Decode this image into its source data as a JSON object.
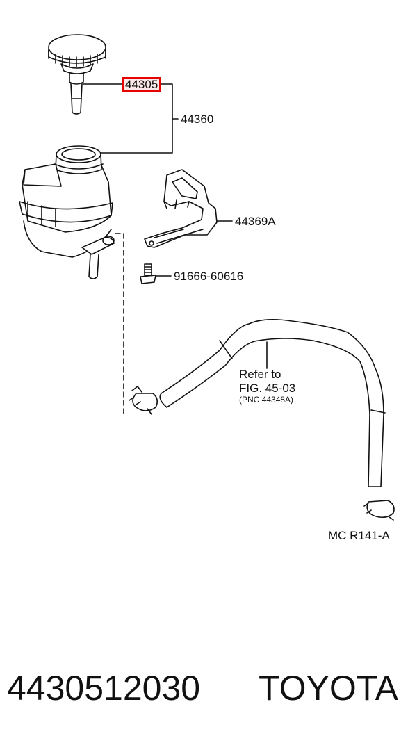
{
  "callouts": {
    "cap_part": "44305",
    "reservoir_assy": "44360",
    "bracket": "44369A",
    "bolt": "91666-60616"
  },
  "note": {
    "line1": "Refer to",
    "line2": "FIG. 45-03",
    "line3": "(PNC 44348A)"
  },
  "figure_code": "MC R141-A",
  "footer": {
    "part_number": "4430512030",
    "brand": "TOYOTA"
  },
  "colors": {
    "highlight_border": "#e60000",
    "highlight_fill": "#fde8e8",
    "ink": "#111111"
  }
}
